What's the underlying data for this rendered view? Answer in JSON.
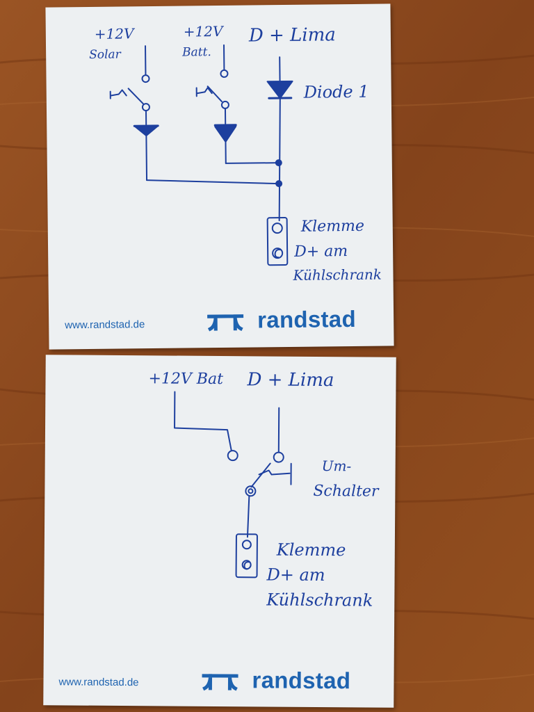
{
  "note1": {
    "labels": {
      "solar_voltage": "+12V",
      "solar_name": "Solar",
      "batt_voltage": "+12V",
      "batt_name": "Batt.",
      "lima": "D + Lima",
      "diode": "Diode 1",
      "terminal_line1": "Klemme",
      "terminal_line2": "D+ am",
      "terminal_line3": "Kühlschrank"
    },
    "footer": {
      "url": "www.randstad.de",
      "brand": "randstad"
    }
  },
  "note2": {
    "labels": {
      "batt": "+12V Bat",
      "lima": "D + Lima",
      "switch_line1": "Um-",
      "switch_line2": "Schalter",
      "terminal_line1": "Klemme",
      "terminal_line2": "D+ am",
      "terminal_line3": "Kühlschrank"
    },
    "footer": {
      "url": "www.randstad.de",
      "brand": "randstad"
    }
  },
  "colors": {
    "ink": "#1d3f9e",
    "brand": "#1e63b0",
    "paper": "#edf0f2",
    "table": "#8a4a1f"
  },
  "icons": {
    "logo": "randstad-logo-icon"
  }
}
